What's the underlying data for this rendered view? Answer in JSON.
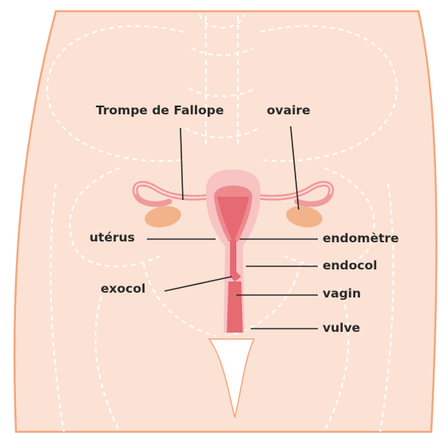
{
  "labels": {
    "fallopian_tube": "Trompe de Fallope",
    "ovary": "ovaire",
    "uterus": "utérus",
    "endometrium": "endomètre",
    "endocervix": "endocol",
    "exocervix": "exocol",
    "vagina": "vagin",
    "vulva": "vulve"
  },
  "colors": {
    "body_fill": "#fbe2d4",
    "body_outline": "#f2a77c",
    "dashed_outline": "#ffffff",
    "uterus_outer": "#f7c3c3",
    "uterus_inner": "#ee8a8e",
    "uterus_cavity": "#e56a72",
    "tube": "#ef9a9c",
    "ovary": "#f2b38a",
    "leader_line": "#2a2a2a"
  }
}
